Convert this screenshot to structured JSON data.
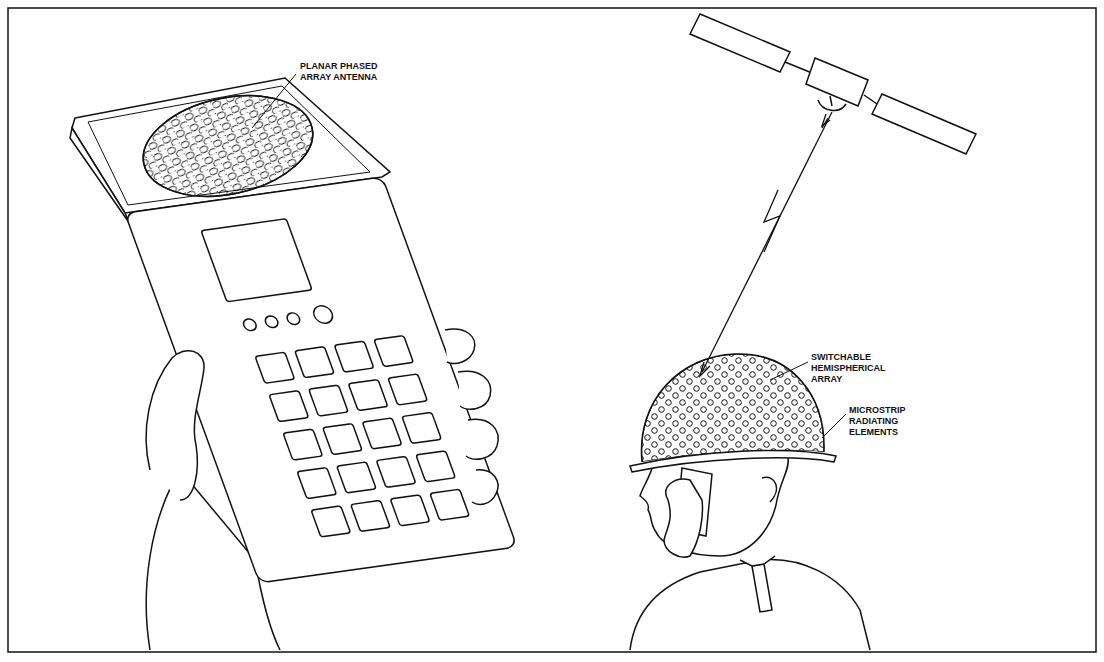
{
  "diagram": {
    "labels": [
      "PLANAR PHASED ARRAY ANTENNA",
      "SWITCHABLE HEMISPHERICAL ARRAY",
      "MICROSTRIP RADIATING ELEMENTS"
    ]
  }
}
